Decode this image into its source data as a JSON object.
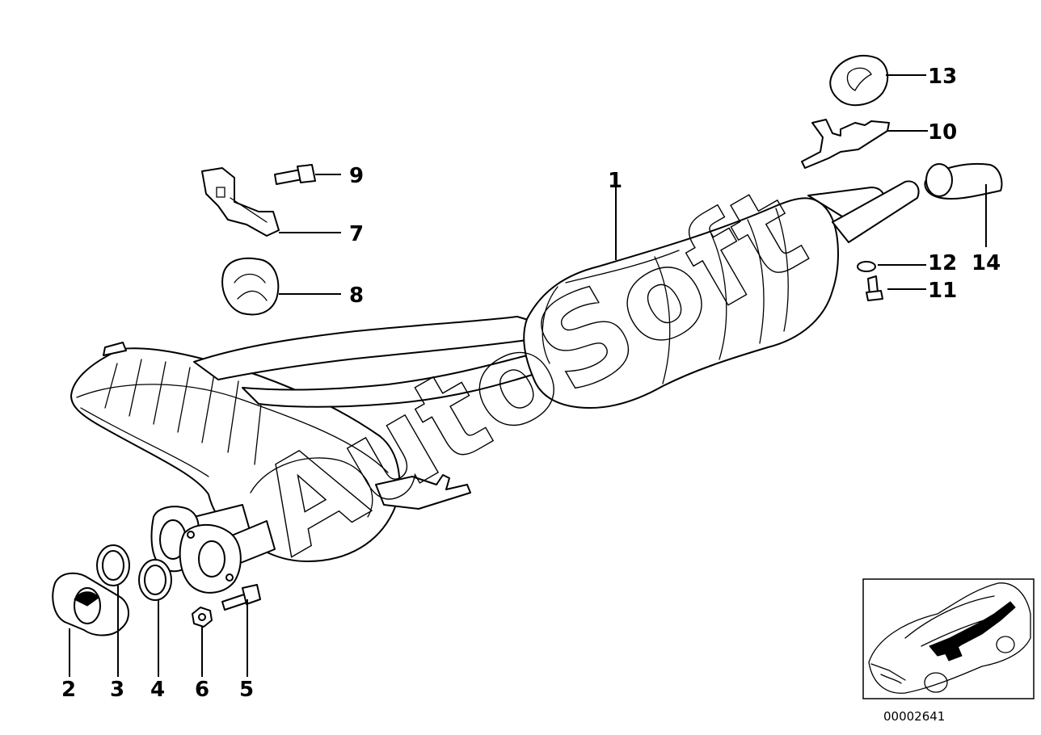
{
  "callouts": {
    "c1": "1",
    "c2": "2",
    "c3": "3",
    "c4": "4",
    "c5": "5",
    "c6": "6",
    "c7": "7",
    "c8": "8",
    "c9": "9",
    "c10": "10",
    "c11": "11",
    "c12": "12",
    "c13": "13",
    "c14": "14"
  },
  "watermark": "AutoSoft",
  "reference_number": "00002641"
}
